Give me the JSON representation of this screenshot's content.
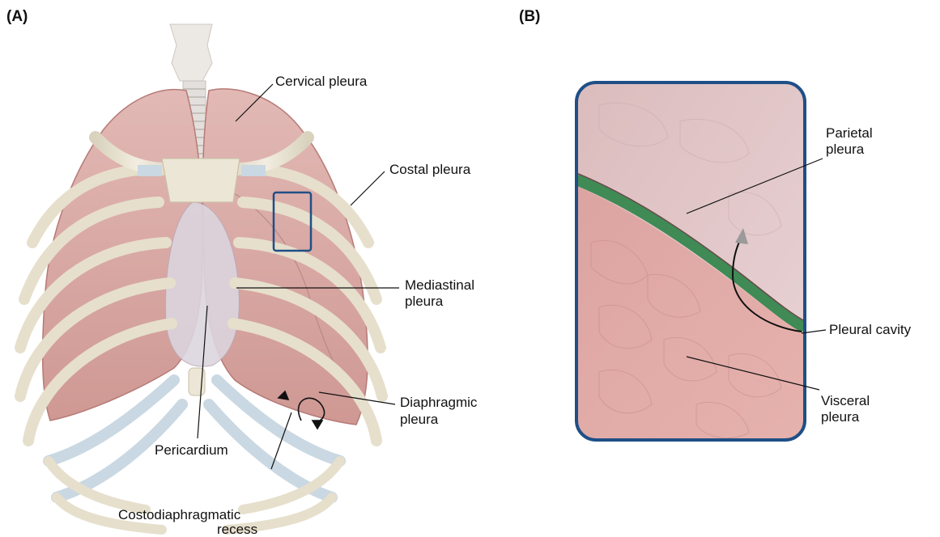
{
  "panels": {
    "a": {
      "label": "(A)"
    },
    "b": {
      "label": "(B)"
    }
  },
  "labels_a": {
    "cervical_pleura": "Cervical pleura",
    "costal_pleura": "Costal pleura",
    "mediastinal_line1": "Mediastinal",
    "mediastinal_line2": "pleura",
    "diaphragmic_line1": "Diaphragmic",
    "diaphragmic_line2": "pleura",
    "pericardium": "Pericardium",
    "costodiaphragmatic_line1": "Costodiaphragmatic",
    "costodiaphragmatic_line2": "recess"
  },
  "labels_b": {
    "parietal_line1": "Parietal",
    "parietal_line2": "pleura",
    "pleural_cavity": "Pleural cavity",
    "visceral_line1": "Visceral",
    "visceral_line2": "pleura"
  },
  "colors": {
    "lung": "#d9a7a2",
    "lung_dark": "#c48a86",
    "bone": "#e9e3d2",
    "cartilage": "#c9d8e2",
    "frame": "#1f4f86",
    "pleural_layer": "#3f8a55",
    "pericardium": "#dcd5de"
  }
}
